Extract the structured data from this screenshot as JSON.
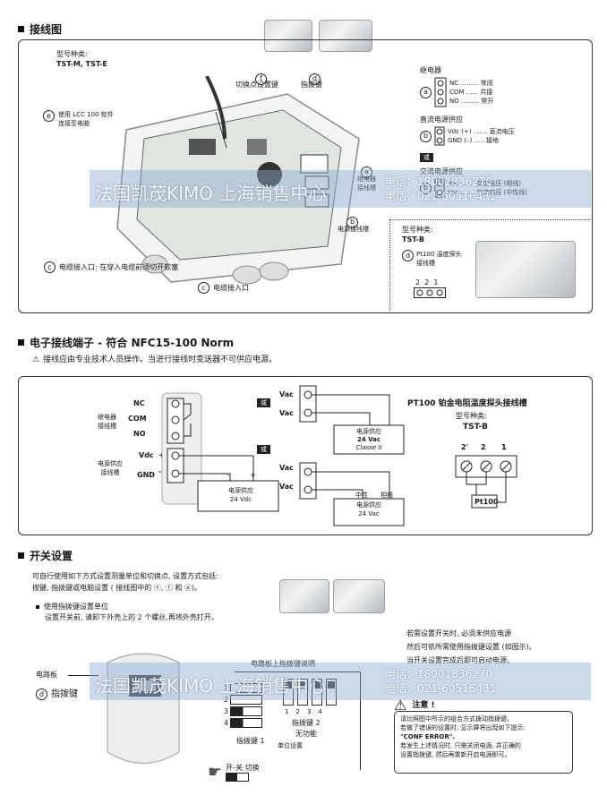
{
  "section1": {
    "title": "接线图",
    "model_label": "型号种类:",
    "model_value": "TST-M, TST-E",
    "labels": {
      "f": "f",
      "d": "d",
      "e": "e",
      "a": "a",
      "b": "b",
      "c": "c",
      "switch_key": "切换点设置键",
      "dip_key": "指拨键",
      "lcc": "使用 LCC 100 软件\n连接至电脑",
      "relay_slot": "继电器\n接线槽",
      "power_slot": "电源接线槽",
      "cable_entry_note": "电缆接入口: 在穿入电缆前须切开软塞",
      "cable_entry": "电缆接入口"
    },
    "relay": {
      "title": "继电器",
      "rows": [
        {
          "code": "NC",
          "dots": ".........",
          "desc": "常闭"
        },
        {
          "code": "COM",
          "dots": "......",
          "desc": "共接"
        },
        {
          "code": "NO",
          "dots": ".........",
          "desc": "常开"
        }
      ]
    },
    "dc": {
      "title": "直流电源供应",
      "rows": [
        {
          "code": "Vdc (+)",
          "dots": ".......",
          "desc": "直流电压"
        },
        {
          "code": "GND (–)",
          "dots": ".....",
          "desc": "接地"
        }
      ]
    },
    "or": "或",
    "ac": {
      "title": "交流电源供应",
      "rows": [
        {
          "code": "Vac",
          "dots": ".......",
          "desc": "交流电压 (相线)"
        },
        {
          "code": "Vac",
          "dots": ".......",
          "desc": "交流电压 (中性线)"
        }
      ]
    },
    "tstb_label": "型号种类:",
    "tstb_value": "TST-B",
    "pt100_slot": "Pt100 温度探头\n接线槽",
    "pins": "2  2  1"
  },
  "section2": {
    "title": "电子接线端子 - 符合 NFC15-100 Norm",
    "warning": "接线应由专业技术人员操作。当进行接线时变送器不可供应电源。",
    "relay_slot": "继电器\n接线槽",
    "power_slot": "电源供应\n接线槽",
    "nc": "NC",
    "com": "COM",
    "no": "NO",
    "vdc": "Vdc",
    "gnd": "GND",
    "plus": "+",
    "minus": "-",
    "dc_supply": "电源供应\n24 Vdc",
    "or1": "或",
    "or2": "或",
    "vac1": "Vac",
    "vac2": "Vac",
    "vac3": "Vac",
    "vac4": "Vac",
    "ac_supply_a_l1": "电源供应",
    "ac_supply_a_l2": "24 Vac",
    "ac_supply_a_l3": "Classe II",
    "neutral": "中性",
    "phase": "相线",
    "ac_supply_b": "电源供应\n24 Vac",
    "pt100_title": "PT100 铂金电阻温度探头接线槽",
    "pt100_model_label": "型号种类:",
    "pt100_model": "TST-B",
    "pin_labels": [
      "2'",
      "2",
      "1"
    ],
    "pt100": "Pt100"
  },
  "section3": {
    "title": "开关设置",
    "intro_line1": "可自行使用如下方式设置测量单位和切换点, 设置方式包括:",
    "intro_line2": "按键, 指拨键或电脑设置 ( 接线图中的 ⓔ, ⓕ 和 ⓓ)。",
    "bullet_title": "使用指拨键设置单位",
    "bullet_text": "设置开关前, 请卸下外壳上的 2 个螺丝,再将外壳打开。",
    "right_note_1": "若需设置开关时, 必须未供应电源",
    "right_note_2": "然后可依所需使用指拨键设置 (如图示)。",
    "right_note_3": "当开关设置完成后即可启动电源。",
    "board_label": "电路板",
    "dip_label": "指拨键",
    "dip_title": "电路板上指拨键说明",
    "dip1_nums": [
      "1",
      "2",
      "3",
      "4"
    ],
    "dip1_label": "指拨键 1",
    "unit_setting": "单位设置",
    "dip2_nums": [
      "1",
      "2",
      "3",
      "4"
    ],
    "dip2_label_1": "指拨键 2",
    "dip2_label_2": "无功能",
    "toggle_label": "开-关 切换",
    "caution_title": "注意 !",
    "caution_1": "请比照图中所示的组合方式拨动指拨键。",
    "caution_2": "若做了错误的设置时, 显示屏将出现如下提示:",
    "caution_3": "\"CONF ERROR\".",
    "caution_4": "若发生上述情况时, 只需关闭电源, 并正确的",
    "caution_5": "设置指拨键, 然后再重新开启电源即可。"
  },
  "watermark": {
    "text": "法国凯茂KIMO 上海销售中心",
    "phone1": "电话：18001836270",
    "phone2": "电话：021-60516431"
  }
}
